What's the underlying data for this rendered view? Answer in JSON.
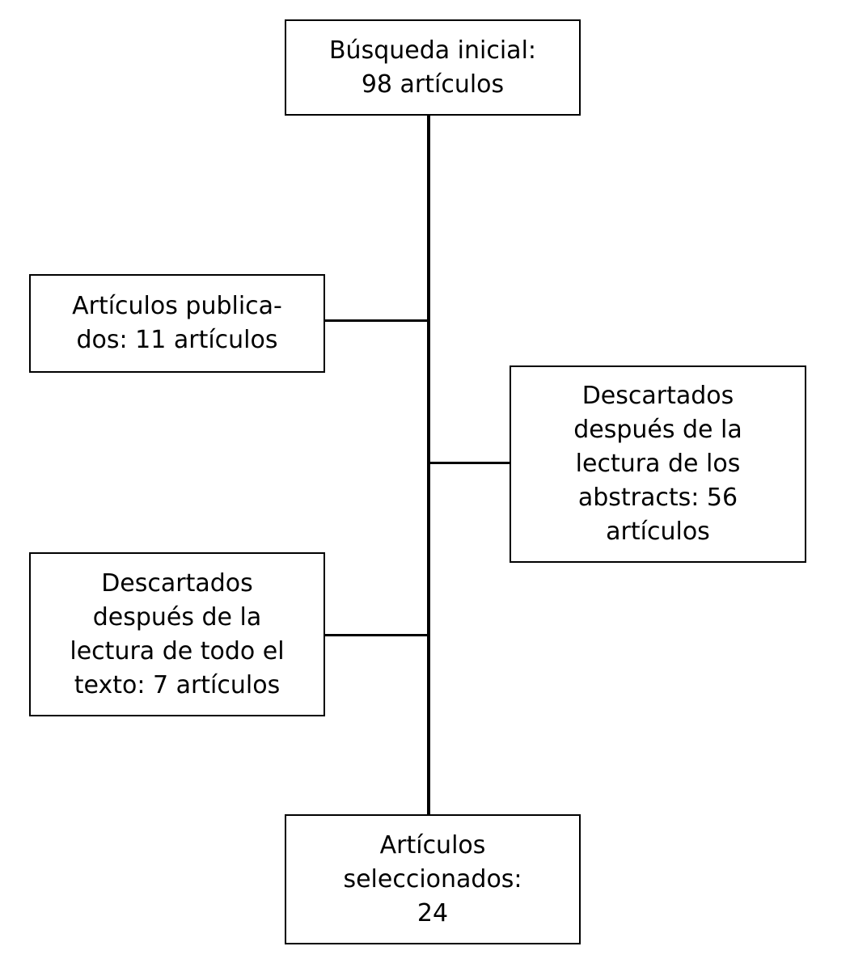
{
  "diagram": {
    "type": "flowchart",
    "orientation": "vertical-trunk-with-side-branches",
    "language": "es",
    "colors": {
      "background": "#ffffff",
      "stroke": "#000000",
      "text": "#000000"
    },
    "nodes": {
      "initial": {
        "label": "Búsqueda inicial:\n98 artículos",
        "count": 98
      },
      "published": {
        "label": "Artículos publica-\ndos: 11 artículos",
        "count": 11
      },
      "abstracts": {
        "label": "Descartados\ndespués de la\nlectura de los\nabstracts: 56\nartículos",
        "count": 56
      },
      "fulltext": {
        "label": "Descartados\ndespués de la\nlectura de todo el\ntexto: 7 artículos",
        "count": 7
      },
      "selected": {
        "label": "Artículos\nseleccionados:\n24",
        "count": 24
      }
    },
    "edges": [
      {
        "from": "initial",
        "to": "published"
      },
      {
        "from": "initial",
        "to": "abstracts"
      },
      {
        "from": "initial",
        "to": "fulltext"
      },
      {
        "from": "initial",
        "to": "selected"
      }
    ]
  }
}
